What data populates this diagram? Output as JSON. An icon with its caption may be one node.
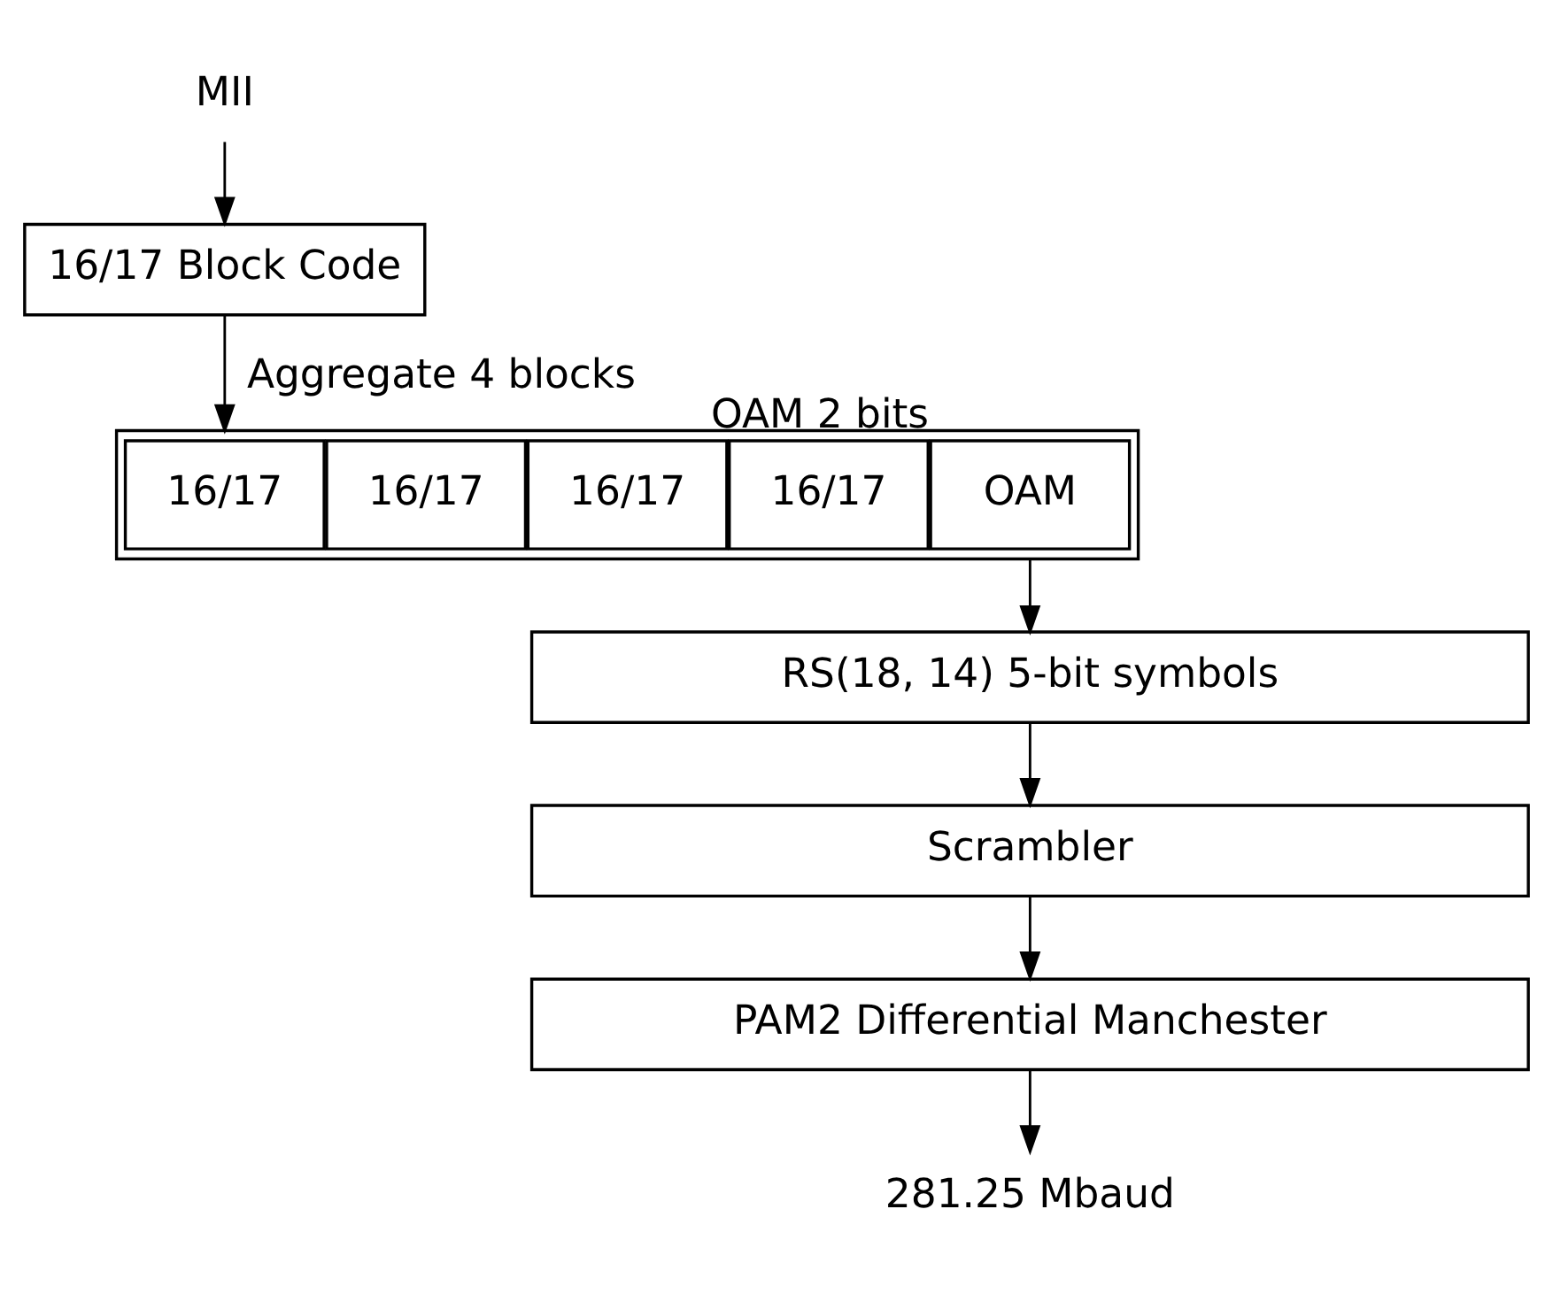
{
  "diagram": {
    "nodes": [
      {
        "text": [
          "MII"
        ]
      },
      {
        "text": [
          "16/17 Block Code"
        ]
      },
      {
        "text": [],
        "shape": "box"
      },
      {
        "text": [
          "16/17"
        ],
        "in": 2
      },
      {
        "text": [
          "16/17"
        ],
        "in": 2
      },
      {
        "text": [
          "16/17"
        ],
        "in": 2
      },
      {
        "text": [
          "16/17"
        ],
        "in": 2
      },
      {
        "text": [
          "OAM"
        ],
        "in": 2,
        "beside": [
          "OAM 2 bits"
        ]
      },
      {
        "text": [
          "RS(18, 14) 5-bit symbols"
        ]
      },
      {
        "text": [
          "Scrambler"
        ]
      },
      {
        "text": [
          "PAM2 Differential Manchester"
        ]
      },
      {
        "text": [
          "281.25 Mbaud"
        ]
      }
    ],
    "edges": [
      {
        "from": 0,
        "to": 1,
        "arrow": "to"
      },
      {
        "from": 1,
        "to": 2,
        "arrow": "to",
        "label": "Aggregate 4 blocks"
      },
      {
        "from": 2,
        "to": 8,
        "arrow": "to"
      },
      {
        "from": 8,
        "to": 9,
        "arrow": "to"
      },
      {
        "from": 9,
        "to": 10,
        "arrow": "to"
      },
      {
        "from": 10,
        "to": 11,
        "arrow": "to"
      }
    ]
  }
}
